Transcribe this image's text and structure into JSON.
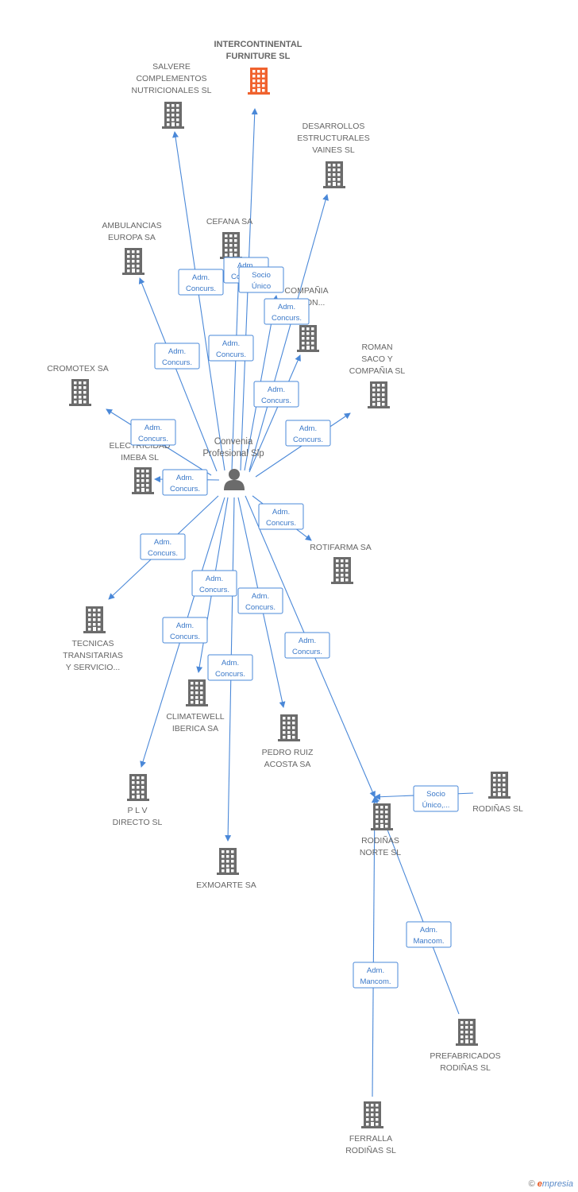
{
  "colors": {
    "edge": "#4a88d8",
    "building": "#6b6b6b",
    "highlight": "#f0622e",
    "person": "#6b6b6b"
  },
  "center": {
    "label_lines": [
      "Convenia",
      "Profesional Slp"
    ],
    "icon": "person-icon"
  },
  "nodes": [
    {
      "id": "intercontinental",
      "lines": [
        "INTERCONTINENTAL",
        "FURNITURE SL"
      ],
      "highlight": true
    },
    {
      "id": "salvere",
      "lines": [
        "SALVERE",
        "COMPLEMENTOS",
        "NUTRICIONALES SL"
      ]
    },
    {
      "id": "desarrollos",
      "lines": [
        "DESARROLLOS",
        "ESTRUCTURALES",
        "VAINES SL"
      ]
    },
    {
      "id": "ambulancias",
      "lines": [
        "AMBULANCIAS",
        "EUROPA SA"
      ]
    },
    {
      "id": "cefana",
      "lines": [
        "CEFANA SA"
      ]
    },
    {
      "id": "compania",
      "lines": [
        "COMPAÑIA",
        "...ICION..."
      ]
    },
    {
      "id": "roman",
      "lines": [
        "ROMAN",
        "SACO Y",
        "COMPAÑIA SL"
      ]
    },
    {
      "id": "cromotex",
      "lines": [
        "CROMOTEX SA"
      ]
    },
    {
      "id": "electricidad",
      "lines": [
        "ELECTRICIDAD",
        "IMEBA SL"
      ]
    },
    {
      "id": "rotifarma",
      "lines": [
        "ROTIFARMA SA"
      ]
    },
    {
      "id": "tecnicas",
      "lines": [
        "TECNICAS",
        "TRANSITARIAS",
        "Y SERVICIO..."
      ]
    },
    {
      "id": "climatewell",
      "lines": [
        "CLIMATEWELL",
        "IBERICA SA"
      ]
    },
    {
      "id": "pedro",
      "lines": [
        "PEDRO RUIZ",
        "ACOSTA SA"
      ]
    },
    {
      "id": "plv",
      "lines": [
        "P L V",
        "DIRECTO SL"
      ]
    },
    {
      "id": "exmoarte",
      "lines": [
        "EXMOARTE SA"
      ]
    },
    {
      "id": "rodinas_norte",
      "lines": [
        "RODIÑAS",
        "NORTE SL"
      ]
    },
    {
      "id": "rodinas",
      "lines": [
        "RODIÑAS  SL"
      ]
    },
    {
      "id": "prefabricados",
      "lines": [
        "PREFABRICADOS",
        "RODIÑAS SL"
      ]
    },
    {
      "id": "ferralla",
      "lines": [
        "FERRALLA",
        "RODIÑAS  SL"
      ]
    }
  ],
  "edges": [
    {
      "from": "center",
      "to": "intercontinental",
      "badge": [
        "Adm.",
        "Concurs."
      ]
    },
    {
      "from": "center",
      "to": "intercontinental",
      "badge": [
        "Socio",
        "Único"
      ]
    },
    {
      "from": "center",
      "to": "salvere",
      "badge": [
        "Adm.",
        "Concurs."
      ]
    },
    {
      "from": "center",
      "to": "desarrollos",
      "badge": [
        "Adm.",
        "Concurs."
      ]
    },
    {
      "from": "center",
      "to": "ambulancias",
      "badge": [
        "Adm.",
        "Concurs."
      ]
    },
    {
      "from": "center",
      "to": "cefana",
      "badge": [
        "Adm.",
        "Concurs."
      ]
    },
    {
      "from": "center",
      "to": "compania",
      "badge": [
        "Adm.",
        "Concurs."
      ]
    },
    {
      "from": "center",
      "to": "roman",
      "badge": [
        "Adm.",
        "Concurs."
      ]
    },
    {
      "from": "center",
      "to": "cromotex",
      "badge": [
        "Adm.",
        "Concurs."
      ]
    },
    {
      "from": "center",
      "to": "electricidad",
      "badge": [
        "Adm.",
        "Concurs."
      ]
    },
    {
      "from": "center",
      "to": "rotifarma",
      "badge": [
        "Adm.",
        "Concurs."
      ]
    },
    {
      "from": "center",
      "to": "tecnicas",
      "badge": [
        "Adm.",
        "Concurs."
      ]
    },
    {
      "from": "center",
      "to": "climatewell",
      "badge": [
        "Adm.",
        "Concurs."
      ]
    },
    {
      "from": "center",
      "to": "pedro",
      "badge": [
        "Adm.",
        "Concurs."
      ]
    },
    {
      "from": "center",
      "to": "plv",
      "badge": [
        "Adm.",
        "Concurs."
      ]
    },
    {
      "from": "center",
      "to": "exmoarte",
      "badge": [
        "Adm.",
        "Concurs."
      ]
    },
    {
      "from": "center",
      "to": "rodinas_norte",
      "badge": [
        "Adm.",
        "Concurs."
      ]
    },
    {
      "from": "rodinas",
      "to": "rodinas_norte",
      "badge": [
        "Socio",
        "Único,..."
      ]
    },
    {
      "from": "prefabricados",
      "to": "rodinas_norte",
      "badge": [
        "Adm.",
        "Mancom."
      ]
    },
    {
      "from": "ferralla",
      "to": "rodinas_norte",
      "badge": [
        "Adm.",
        "Mancom."
      ]
    }
  ],
  "footer": {
    "copyright": "©",
    "brand_first": "e",
    "brand_rest": "mpresia"
  }
}
